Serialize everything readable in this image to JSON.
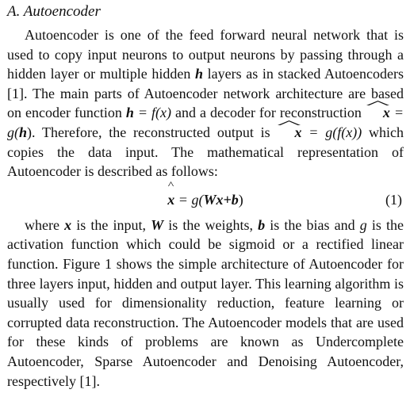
{
  "section": {
    "title": "A. Autoencoder"
  },
  "paragraph1": {
    "s1": "Autoencoder is one of the feed forward neural network that is used to copy input neurons to output neurons by passing through a hidden layer or multiple hidden ",
    "h_symbol": "h",
    "s2": " layers as in stacked Autoencoders [1]. The main parts of Autoencoder network architecture are based on encoder function ",
    "eq_encoder_lhs": "h",
    "eq_encoder_rhs": " = f(x)",
    "s3": " and a decoder for reconstruction ",
    "eq_decoder_lhs": "x",
    "eq_decoder_mid": " = g(",
    "eq_decoder_arg": "h",
    "eq_decoder_end": ").",
    "s4": " Therefore, the reconstructed output is ",
    "eq_recon_lhs": "x",
    "eq_recon_rhs": " = g(f(x))",
    "s5": " which copies the data input. The mathematical representation of Autoencoder is described as follows:"
  },
  "equation1": {
    "lhs": "x",
    "middle": " = g(",
    "body": "Wx+b",
    "end": ")",
    "number": "(1)"
  },
  "paragraph2": {
    "s1": "where ",
    "x": "x",
    "s2": " is the input, ",
    "W": "W",
    "s3": " is the weights, ",
    "b": "b",
    "s4": " is the bias and ",
    "g": "g",
    "s5": " is the activation function which could be sigmoid or a rectified linear function. Figure 1 shows the simple architecture of Autoencoder for three layers input, hidden and output layer. This learning algorithm is usually used for dimensionality reduction, feature learning or corrupted data reconstruction. The Autoencoder models that are used for these kinds of problems are known as Undercomplete Autoencoder, Sparse Autoencoder and Denoising Autoencoder, respectively [1]."
  }
}
